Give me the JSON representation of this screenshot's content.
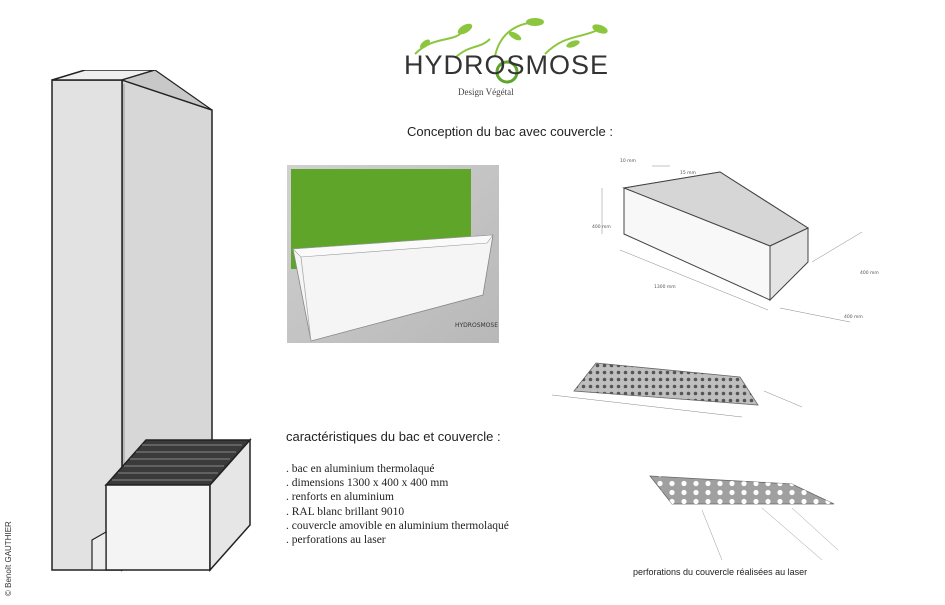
{
  "logo": {
    "brand": "HYDROSMOSE",
    "tagline": "Design Végétal",
    "mini_brand": "HYDROSMOSE"
  },
  "heading": "Conception du bac avec couvercle :",
  "specs": {
    "title": "caractéristiques du bac et couvercle  :",
    "items": [
      ". bac en aluminium thermolaqué",
      ". dimensions 1300 x 400 x 400 mm",
      ". renforts en aluminium",
      ". RAL blanc brillant 9010",
      ". couvercle amovible en aluminium thermolaqué",
      ". perforations au laser"
    ]
  },
  "dimensions": {
    "thickness_a": "10 mm",
    "thickness_b": "15 mm",
    "height": "400 mm",
    "length": "1300 mm",
    "depth": "400 mm",
    "depth_right": "400 mm"
  },
  "caption": "perforations du couvercle réalisées au laser",
  "credit": "© Benoît GAUTHIER",
  "colors": {
    "green": "#5fa52a",
    "leaf": "#8cc63f",
    "panel": "#dcdcdc"
  }
}
